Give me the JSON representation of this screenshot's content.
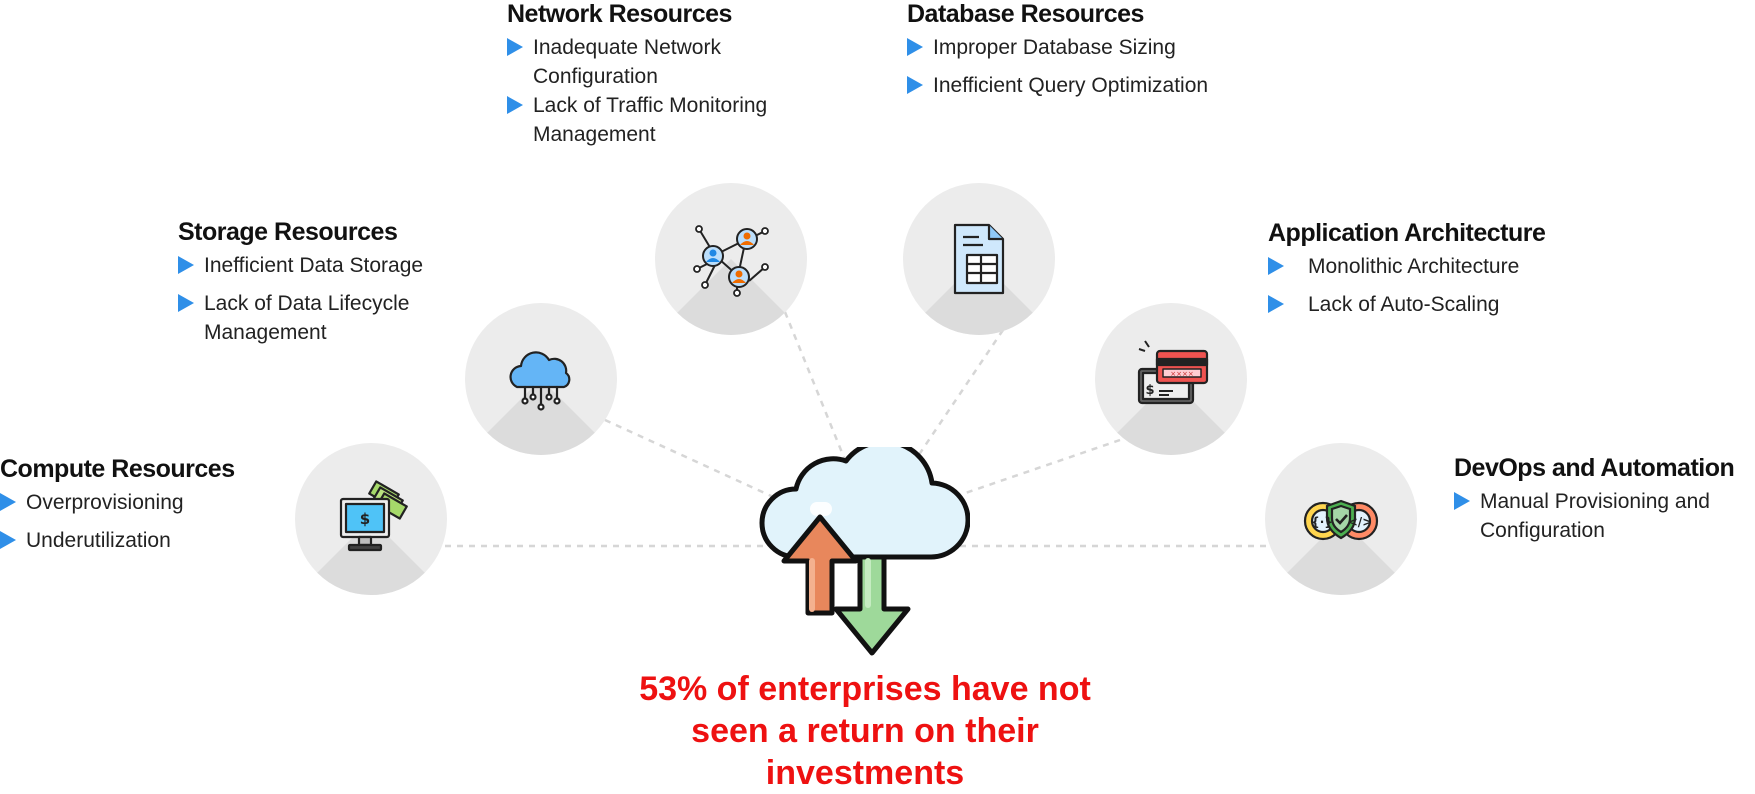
{
  "categories": [
    {
      "id": "compute",
      "title": "Compute Resources",
      "icon": "monitor-money-icon",
      "items": [
        "Overprovisioning",
        "Underutilization"
      ]
    },
    {
      "id": "storage",
      "title": "Storage Resources",
      "icon": "cloud-storage-icon",
      "items": [
        "Inefficient Data Storage",
        "Lack of Data Lifecycle Management"
      ]
    },
    {
      "id": "network",
      "title": "Network Resources",
      "icon": "network-users-icon",
      "items": [
        "Inadequate Network Configuration",
        "Lack of Traffic Monitoring Management"
      ]
    },
    {
      "id": "database",
      "title": "Database Resources",
      "icon": "database-document-icon",
      "items": [
        "Improper Database Sizing",
        "Inefficient Query Optimization"
      ]
    },
    {
      "id": "application",
      "title": "Application Architecture",
      "icon": "payment-card-icon",
      "items": [
        "Monolithic Architecture",
        "Lack of Auto-Scaling"
      ]
    },
    {
      "id": "devops",
      "title": "DevOps and Automation",
      "icon": "devops-shield-icon",
      "items": [
        "Manual Provisioning and Configuration"
      ]
    }
  ],
  "center": {
    "icon": "cloud-up-down-arrows-icon"
  },
  "headline": "53% of enterprises have not seen a return on their investments",
  "colors": {
    "bullet": "#2f8fe8",
    "headline": "#ee1111",
    "circle": "#ececec",
    "connector": "#d6d6d6"
  }
}
